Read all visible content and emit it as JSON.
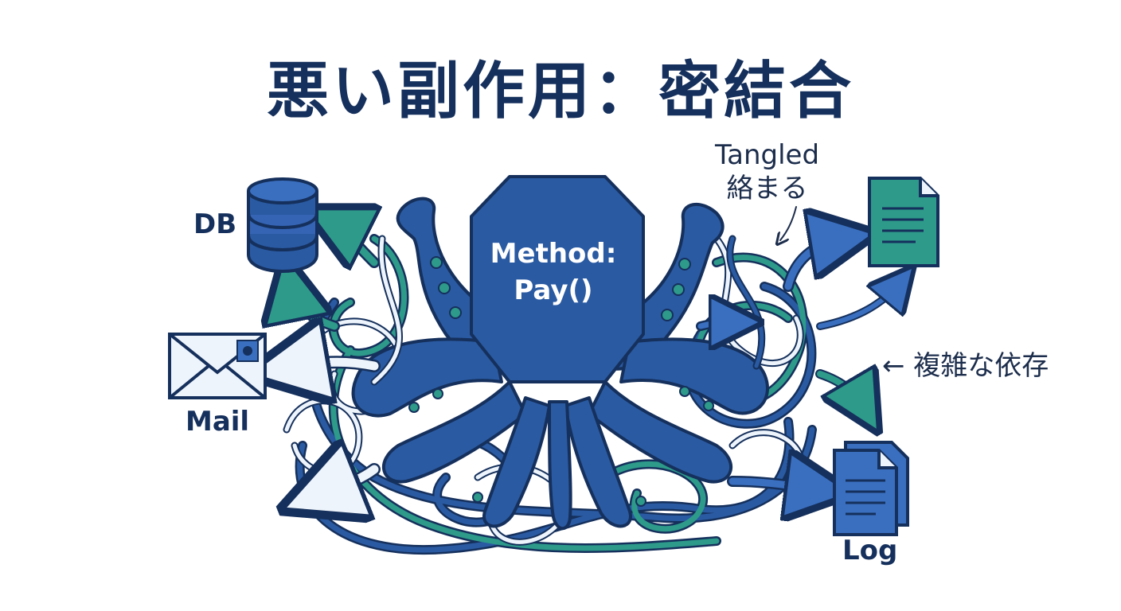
{
  "title": "悪い副作用：密結合",
  "center": {
    "line1": "Method:",
    "line2": "Pay()"
  },
  "labels": {
    "db": "DB",
    "mail": "Mail",
    "log": "Log",
    "tangled_en": "Tangled",
    "tangled_ja": "絡まる",
    "complex": "← 複雑な依存"
  },
  "colors": {
    "navy": "#15305c",
    "octopus": "#2a5aa2",
    "teal": "#2d9a8a",
    "light": "#eef4fb",
    "icon_blue": "#3a6fc0"
  },
  "icons": [
    "database-icon",
    "mail-envelope-icon",
    "document-icon",
    "log-documents-icon",
    "octopus-figure"
  ]
}
